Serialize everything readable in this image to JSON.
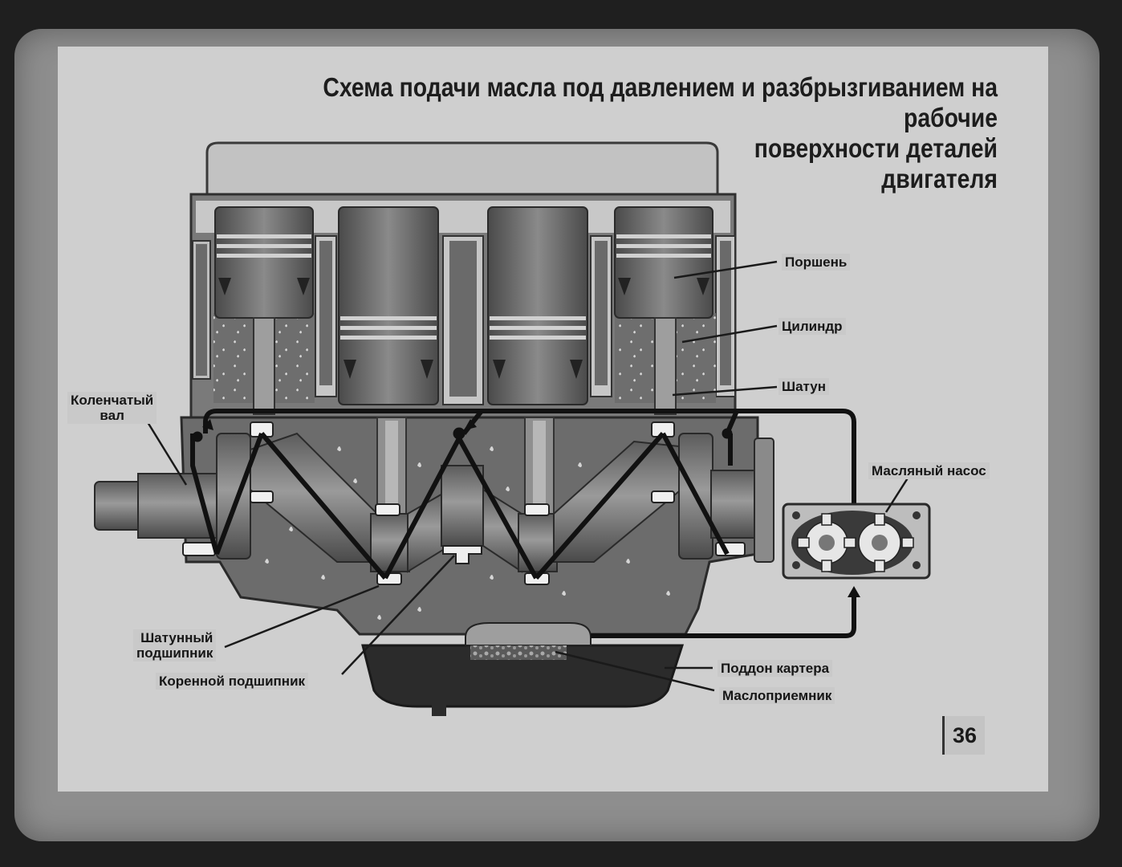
{
  "title": {
    "line1": "Схема подачи масла под давлением и разбрызгиванием на рабочие",
    "line2": "поверхности деталей",
    "line3": "двигателя"
  },
  "labels": {
    "piston": "Поршень",
    "cylinder": "Цилиндр",
    "connecting_rod": "Шатун",
    "crankshaft_line1": "Коленчатый",
    "crankshaft_line2": "вал",
    "oil_pump": "Масляный насос",
    "rod_bearing_line1": "Шатунный",
    "rod_bearing_line2": "подшипник",
    "main_bearing": "Коренной подшипник",
    "oil_pan": "Поддон картера",
    "oil_intake": "Маслоприемник"
  },
  "page_number": "36",
  "colors": {
    "background": "#1f1f1f",
    "frame": "#8e8e8e",
    "slide": "#cfcfcf",
    "engine_dark": "#4a4a4a",
    "oil": "#2b2b2b"
  }
}
